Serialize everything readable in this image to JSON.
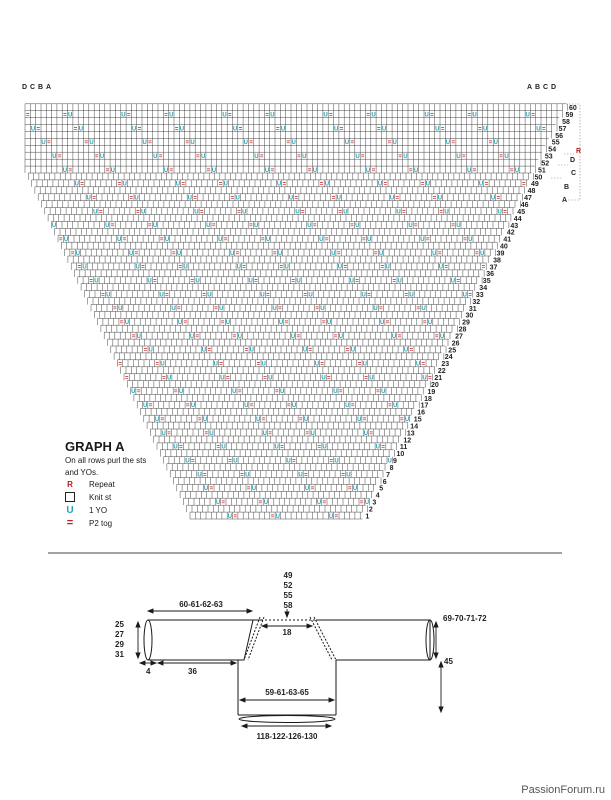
{
  "graph": {
    "title": "GRAPH A",
    "note": "On all rows purl the sts and YOs.",
    "top_left_labels": [
      "D",
      "C",
      "B",
      "A"
    ],
    "top_right_labels": [
      "A",
      "B",
      "C",
      "D"
    ],
    "right_section_labels": [
      "R",
      "D",
      "C",
      "B",
      "A"
    ],
    "row_numbers": [
      "1",
      "2",
      "3",
      "4",
      "5",
      "6",
      "7",
      "8",
      "9",
      "10",
      "11",
      "12",
      "13",
      "14",
      "15",
      "16",
      "17",
      "18",
      "19",
      "20",
      "21",
      "22",
      "23",
      "24",
      "25",
      "26",
      "27",
      "28",
      "29",
      "30",
      "31",
      "32",
      "33",
      "34",
      "35",
      "36",
      "37",
      "38",
      "39",
      "40",
      "41",
      "42",
      "43",
      "44",
      "45",
      "46",
      "47",
      "48",
      "49",
      "50",
      "51",
      "52",
      "53",
      "54",
      "55",
      "56",
      "57",
      "58",
      "59",
      "60"
    ],
    "colors": {
      "yo": "#2aa2b4",
      "p2tog": "#c02020",
      "repeat": "#b01c1c",
      "grid": "#333333"
    }
  },
  "legend": [
    {
      "symbol": "R",
      "icon": "repeat-icon",
      "label": "Repeat"
    },
    {
      "symbol": "",
      "icon": "knit-box-icon",
      "label": "Knit st"
    },
    {
      "symbol": "U",
      "icon": "yo-icon",
      "label": "1 YO"
    },
    {
      "symbol": "=",
      "icon": "p2tog-icon",
      "label": "P2 tog"
    }
  ],
  "schematic": {
    "neck_width": [
      "49",
      "52",
      "55",
      "58"
    ],
    "sleeve_length": "60-61-62-63",
    "neck_depth": "18",
    "cuff_circumference": [
      "25",
      "27",
      "29",
      "31"
    ],
    "cuff_band": "4",
    "underarm": "36",
    "upper_arm": "69-70-71-72",
    "body_length": "45",
    "body_width": "59-61-63-65",
    "hem_circumference": "118-122-126-130"
  },
  "watermark": "PassionForum.ru"
}
